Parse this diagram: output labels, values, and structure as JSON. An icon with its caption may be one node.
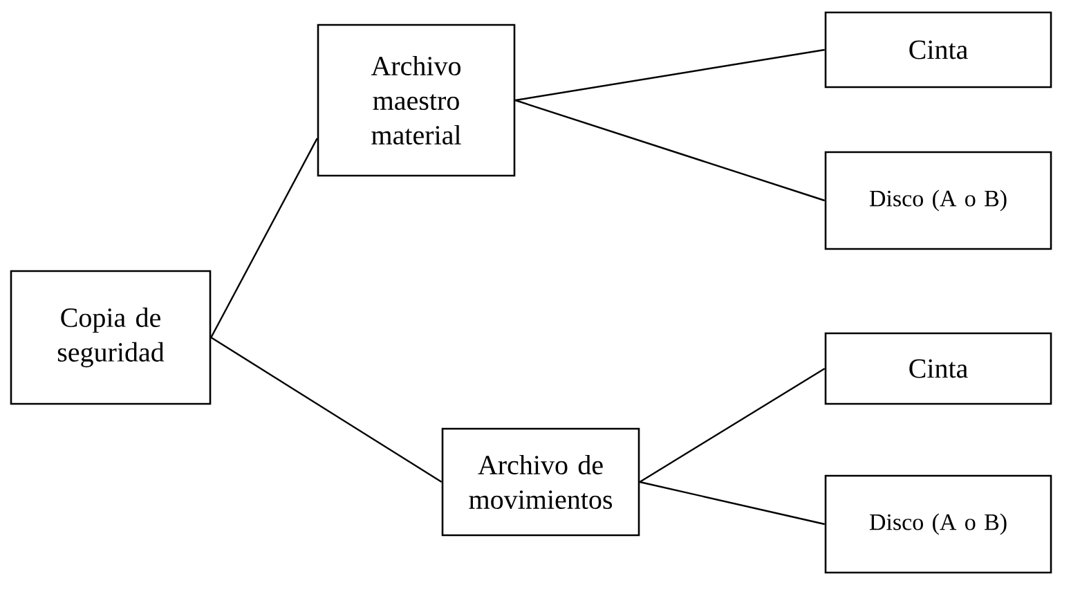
{
  "diagram": {
    "nodes": [
      {
        "text": [
          "Copia de seguridad"
        ]
      },
      {
        "text": [
          "Archivo maestro material"
        ]
      },
      {
        "text": [
          "Cinta"
        ]
      },
      {
        "text": [
          "Disco (A o B)"
        ]
      },
      {
        "text": [
          "Archivo de movimientos"
        ]
      },
      {
        "text": [
          "Cinta"
        ]
      },
      {
        "text": [
          "Disco (A o B)"
        ]
      }
    ],
    "edges": [
      {
        "from": 0,
        "to": 1,
        "arrow": "none"
      },
      {
        "from": 1,
        "to": 2,
        "arrow": "none"
      },
      {
        "from": 1,
        "to": 3,
        "arrow": "none"
      },
      {
        "from": 0,
        "to": 4,
        "arrow": "none"
      },
      {
        "from": 4,
        "to": 5,
        "arrow": "none"
      },
      {
        "from": 4,
        "to": 6,
        "arrow": "none"
      }
    ]
  }
}
